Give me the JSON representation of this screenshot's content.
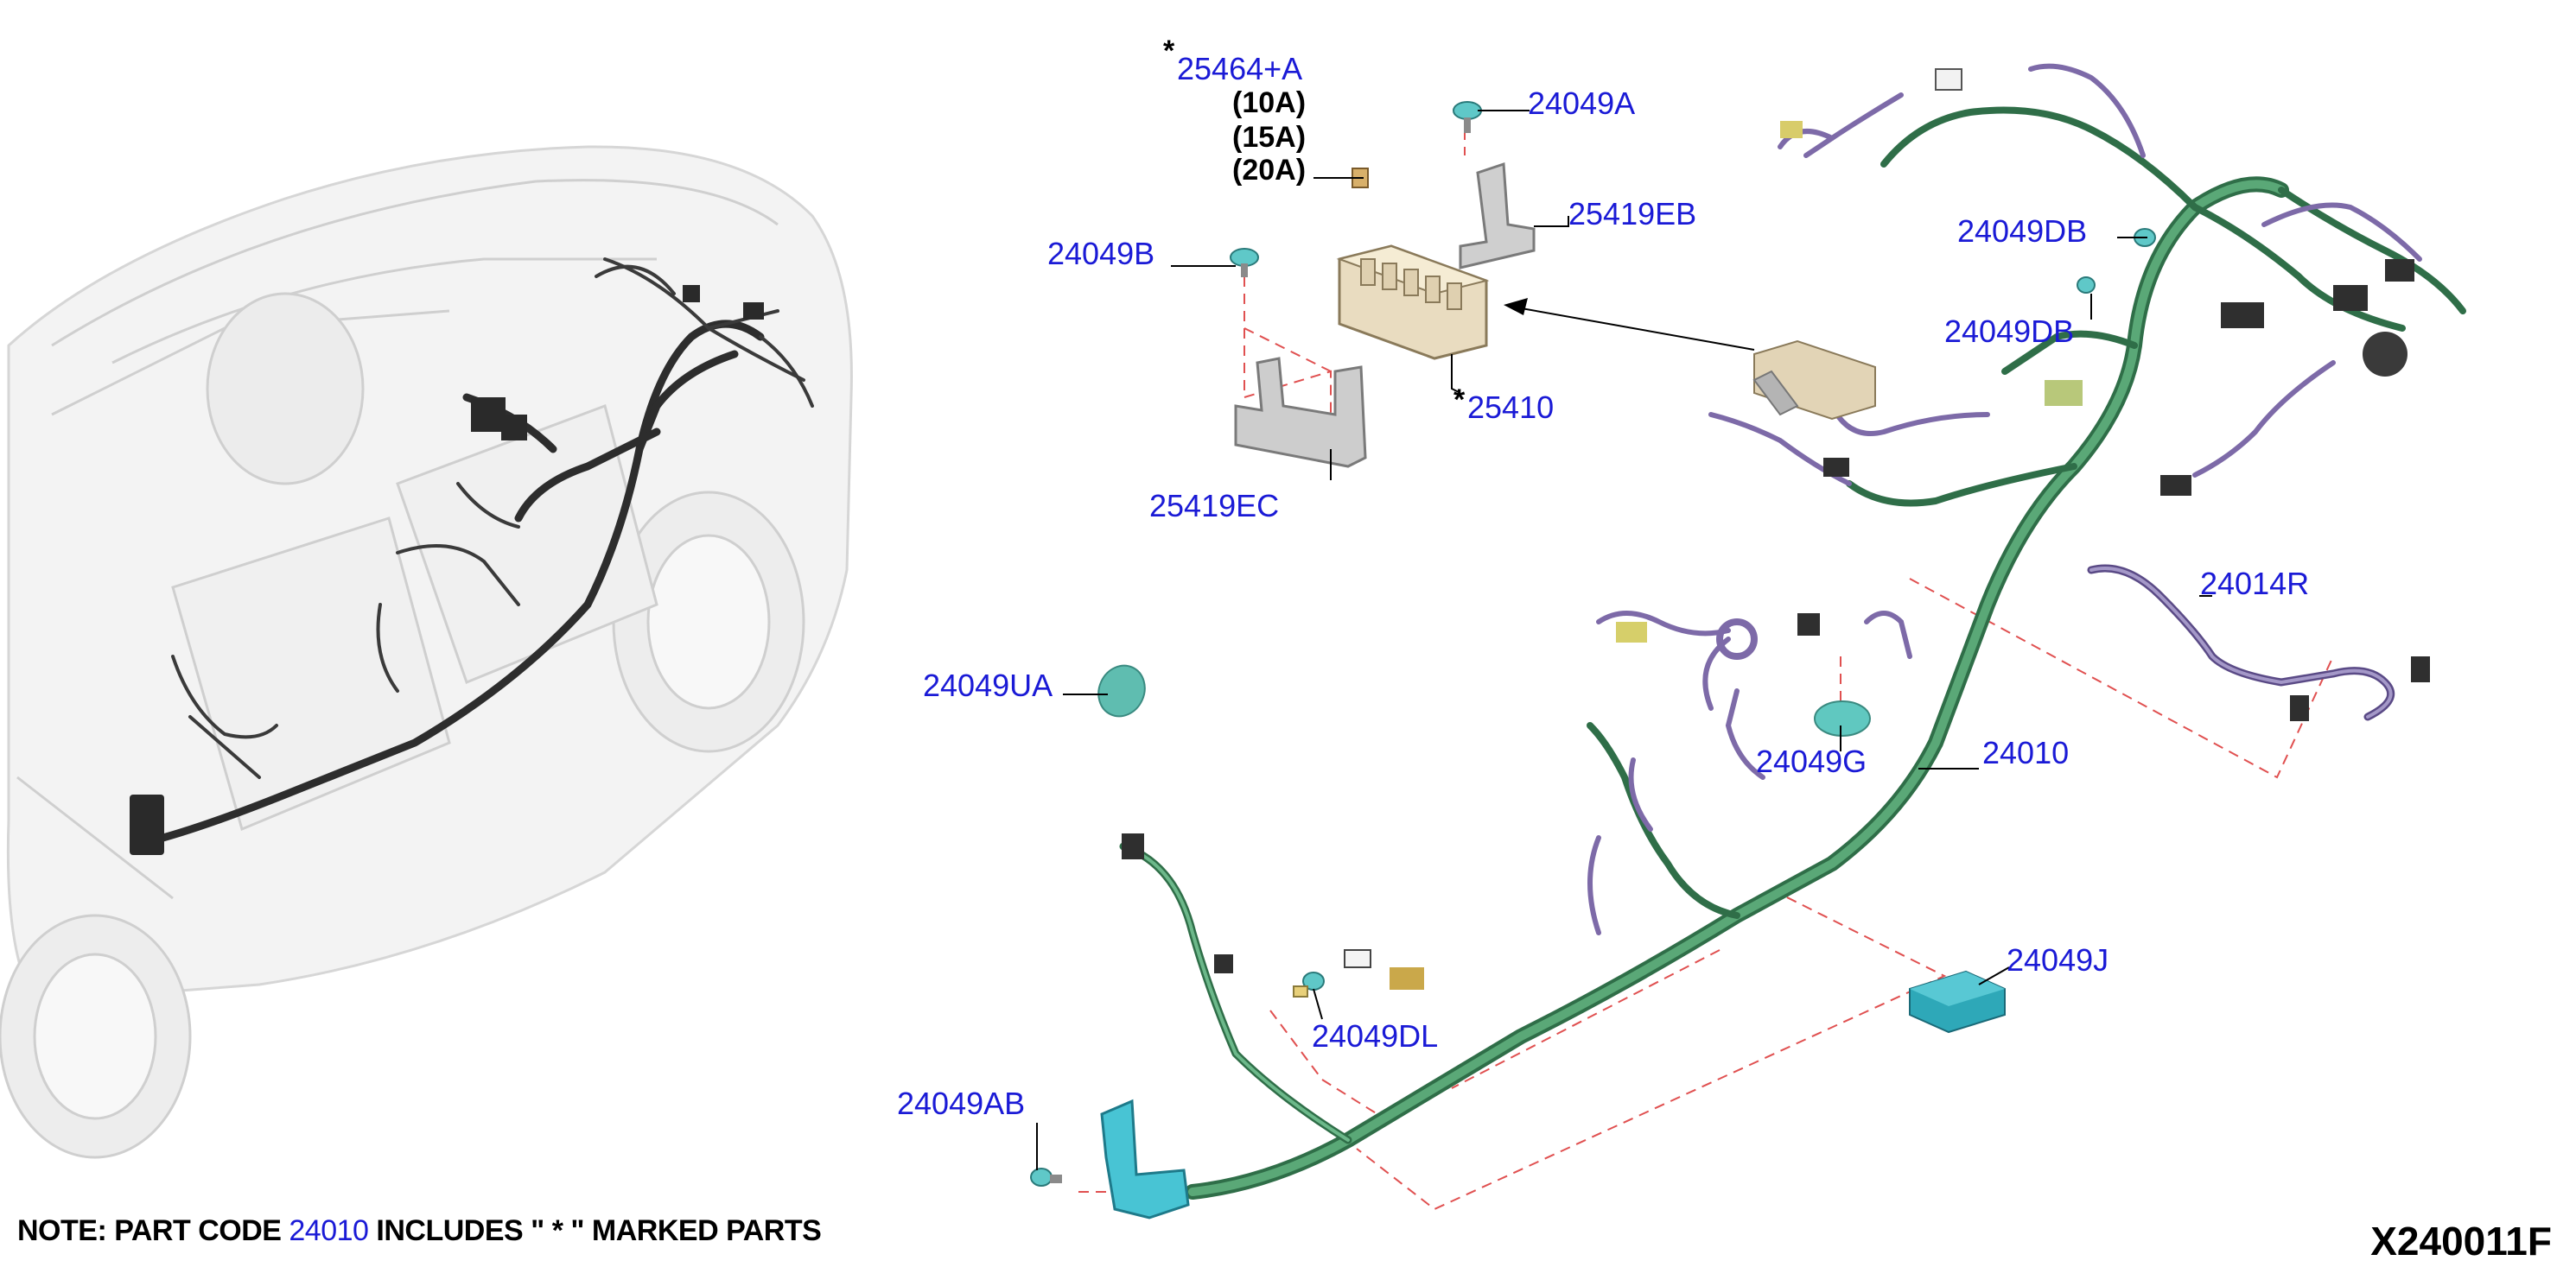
{
  "labels": {
    "p25464A": "25464+A",
    "amp10": "(10A)",
    "amp15": "(15A)",
    "amp20": "(20A)",
    "p24049A": "24049A",
    "p25419EB": "25419EB",
    "p24049B": "24049B",
    "p25410": "25410",
    "p25419EC": "25419EC",
    "p24049DB_1": "24049DB",
    "p24049DB_2": "24049DB",
    "p24014R": "24014R",
    "p24049UA": "24049UA",
    "p24049G": "24049G",
    "p24010": "24010",
    "p24049J": "24049J",
    "p24049DL": "24049DL",
    "p24049AB": "24049AB",
    "star": "*"
  },
  "note": {
    "prefix": "NOTE: PART CODE",
    "code": "24010",
    "suffix": "INCLUDES \" * \" MARKED PARTS"
  },
  "figure_id": "X240011F",
  "colors": {
    "label_blue": "#1a1ad6",
    "harness_green": "#3f8a5a",
    "harness_purple": "#7d6aa8",
    "clip_cyan": "#5fc8c8",
    "guide_red": "#e05050"
  }
}
